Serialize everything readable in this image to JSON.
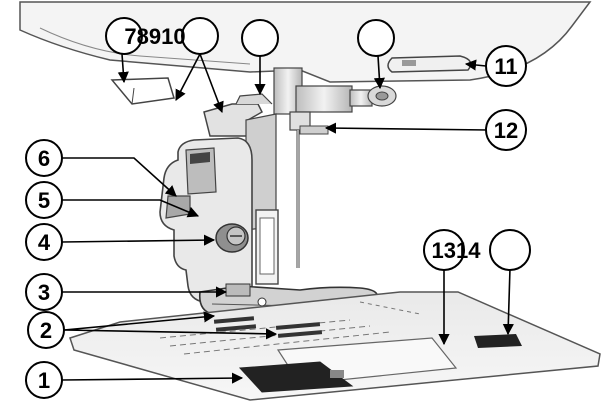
{
  "diagram": {
    "callouts": [
      {
        "id": "1",
        "text": "1"
      },
      {
        "id": "2",
        "text": "2"
      },
      {
        "id": "3",
        "text": "3"
      },
      {
        "id": "4",
        "text": "4"
      },
      {
        "id": "5",
        "text": "5"
      },
      {
        "id": "6",
        "text": "6"
      },
      {
        "id": "7-10",
        "text": "78910"
      },
      {
        "id": "11",
        "text": "11"
      },
      {
        "id": "12",
        "text": "12"
      },
      {
        "id": "13-14",
        "text": "1314"
      }
    ]
  }
}
